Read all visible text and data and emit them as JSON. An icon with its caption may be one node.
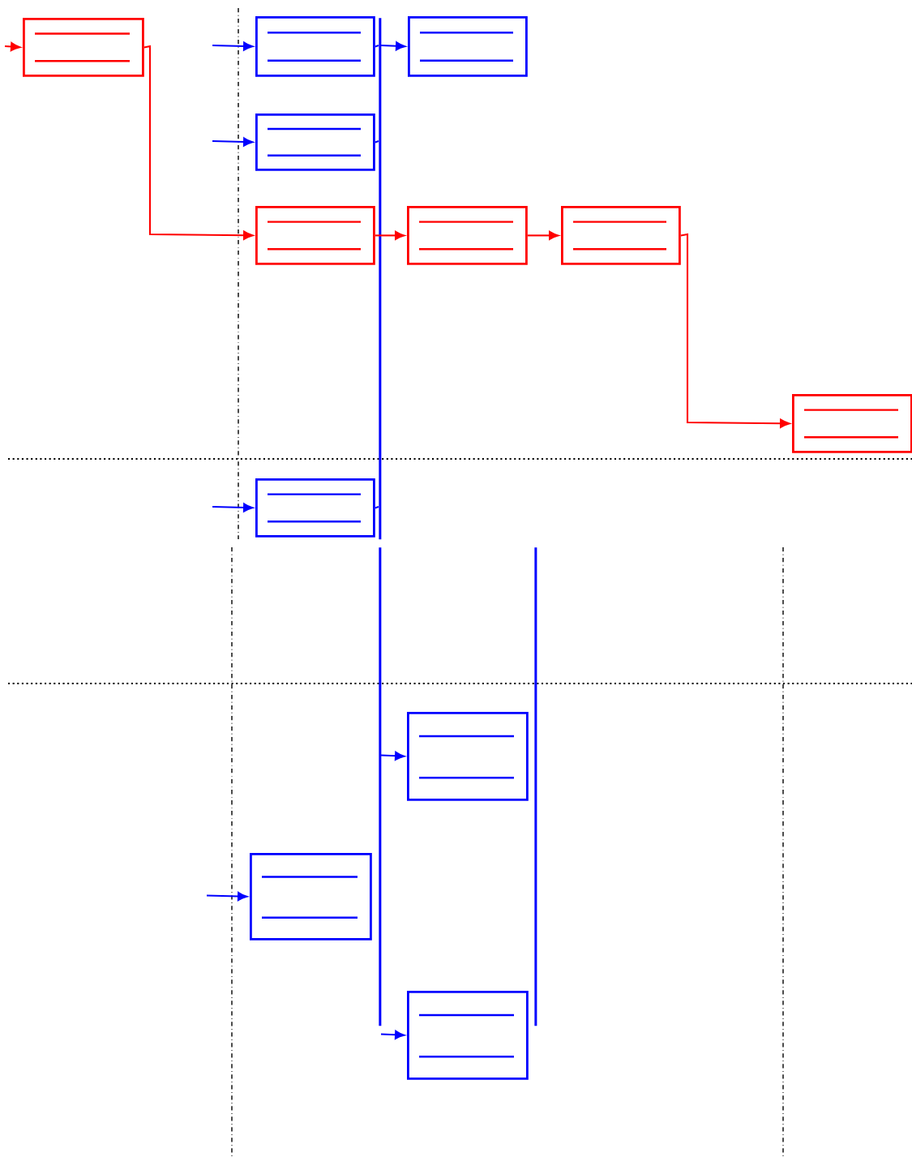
{
  "diagram": {
    "nodes": [
      {
        "text": [],
        "shape": "box"
      },
      {
        "text": [],
        "shape": "box"
      },
      {
        "text": [],
        "shape": "box"
      },
      {
        "text": [],
        "shape": "box"
      },
      {
        "text": [],
        "shape": "box"
      },
      {
        "text": [],
        "shape": "box"
      },
      {
        "text": [],
        "shape": "box"
      },
      {
        "text": [],
        "shape": "box"
      },
      {
        "text": [],
        "shape": "box"
      },
      {
        "text": [],
        "shape": "box"
      },
      {
        "text": [],
        "shape": "box"
      },
      {
        "text": [],
        "shape": "box"
      },
      {
        "text": [],
        "shape": "bar"
      },
      {
        "text": [],
        "shape": "bar"
      },
      {
        "text": [],
        "shape": "bar"
      }
    ],
    "edges": [
      {
        "from": null,
        "to": 0,
        "arrow": "to",
        "color": "#ff0000"
      },
      {
        "from": 0,
        "to": 4,
        "arrow": "to",
        "color": "#ff0000"
      },
      {
        "from": 4,
        "to": 5,
        "arrow": "to",
        "color": "#ff0000"
      },
      {
        "from": 5,
        "to": 6,
        "arrow": "to",
        "color": "#ff0000"
      },
      {
        "from": 6,
        "to": 7,
        "arrow": "to",
        "color": "#ff0000"
      },
      {
        "from": null,
        "to": 1,
        "arrow": "to"
      },
      {
        "from": 12,
        "to": 2,
        "arrow": "to"
      },
      {
        "from": null,
        "to": 3,
        "arrow": "to"
      },
      {
        "from": null,
        "to": 8,
        "arrow": "to"
      },
      {
        "from": 13,
        "to": 9,
        "arrow": "to"
      },
      {
        "from": null,
        "to": 10,
        "arrow": "to"
      },
      {
        "from": 13,
        "to": 11,
        "arrow": "to"
      },
      {
        "from": 1,
        "to": 12,
        "arrow": "none"
      },
      {
        "from": 3,
        "to": 12,
        "arrow": "none"
      },
      {
        "from": 8,
        "to": 12,
        "arrow": "none"
      }
    ]
  }
}
